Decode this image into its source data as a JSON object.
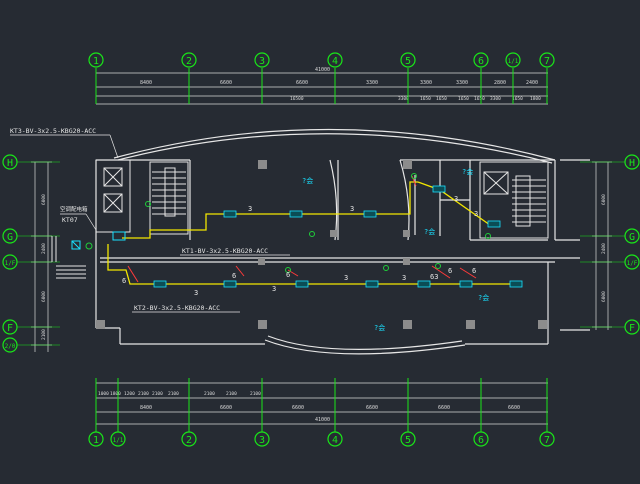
{
  "colors": {
    "background": "#262b33",
    "wall": "#e6e6e6",
    "wire": "#f2e600",
    "axis_bubble": "#19e619",
    "dimension": "#d9d9d9",
    "room_tag": "#19e0ff",
    "fixture": "#19e0ff",
    "accent_red": "#ff3a3a",
    "accent_green": "#1fcf3a"
  },
  "axes_top": [
    "1",
    "2",
    "3",
    "4",
    "5",
    "6",
    "1/1",
    "7"
  ],
  "axes_bottom": [
    "1",
    "1/1",
    "2",
    "3",
    "4",
    "5",
    "6",
    "7"
  ],
  "axes_left": [
    "H",
    "G",
    "1/F",
    "F",
    "2/0"
  ],
  "axes_right": [
    "H",
    "G",
    "1/F",
    "F"
  ],
  "dims_top_row1": [
    "8400",
    "6600",
    "6600",
    "3300",
    "3300",
    "3300",
    "2800",
    "2400"
  ],
  "dims_top_total": "41000",
  "dims_top_row2": [
    "16500",
    "3300",
    "1650",
    "1650",
    "1650",
    "1650",
    "3300",
    "1650",
    "1800"
  ],
  "dims_bottom_row1": [
    "1000",
    "1800",
    "1200",
    "2100",
    "2100",
    "2100",
    "2100",
    "2100",
    "2100"
  ],
  "dims_bottom_row2": [
    "8400",
    "6600",
    "6600",
    "6600",
    "6600",
    "6600"
  ],
  "dims_bottom_total": "41000",
  "dims_left": [
    "6000",
    "2400",
    "6000",
    "2100"
  ],
  "dims_right": [
    "6000",
    "2400",
    "6000"
  ],
  "labels": {
    "circuit_kt3": "KT3-BV-3x2.5-KBG20-ACC",
    "circuit_kt1": "KT1-BV-3x2.5-KBG20-ACC",
    "circuit_kt2": "KT2-BV-3x2.5-KBG20-ACC",
    "panel_note": "空调配电箱",
    "panel_code": "KT07",
    "count_3": "3",
    "count_6": "6",
    "count_63": "63"
  },
  "room_tags": [
    "?会",
    "?会",
    "?会",
    "?会",
    "?会"
  ]
}
